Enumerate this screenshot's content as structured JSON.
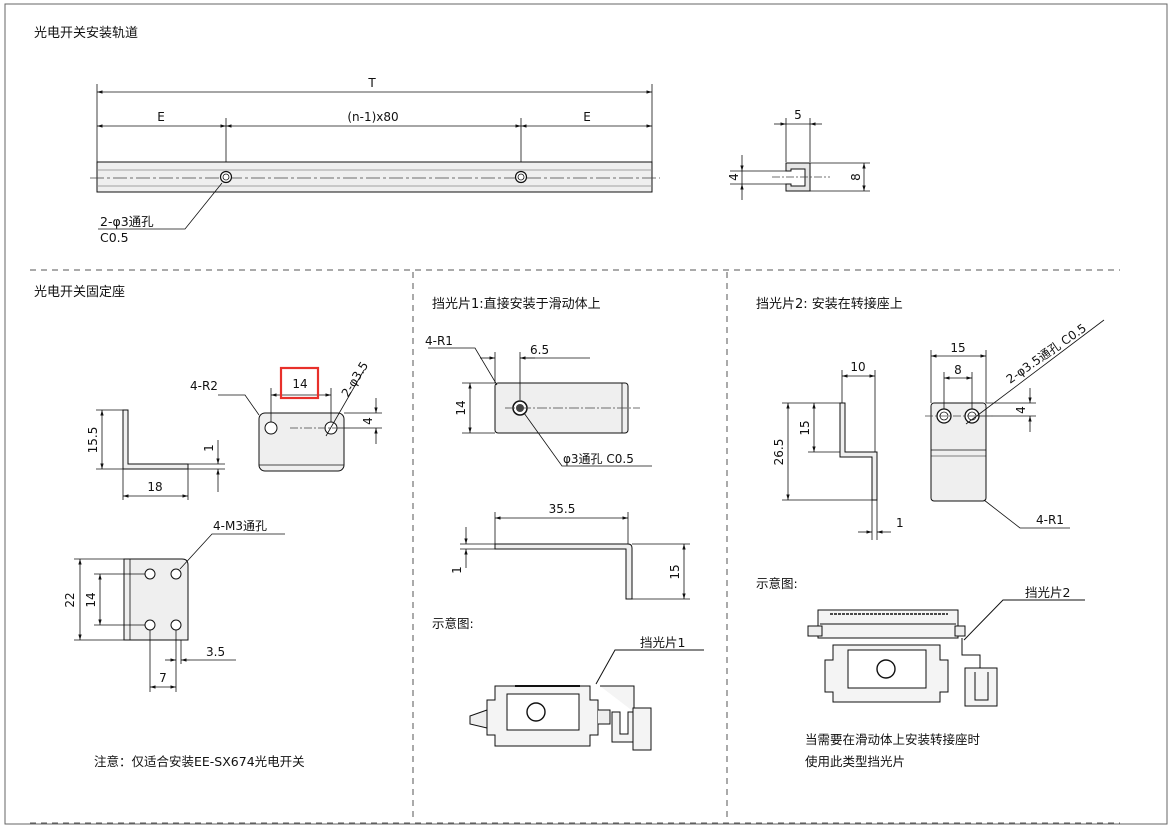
{
  "sections": {
    "rail": {
      "title": "光电开关安装轨道",
      "dim_total": "T",
      "dim_end_left": "E",
      "dim_pitch": "(n-1)x80",
      "dim_end_right": "E",
      "hole_note_1": "2-φ3通孔",
      "hole_note_2": "C0.5",
      "profile_width": "5",
      "profile_inner": "4",
      "profile_height": "8"
    },
    "mount": {
      "title": "光电开关固定座",
      "dim_height": "15.5",
      "dim_thickness": "1",
      "dim_length": "18",
      "radius_label": "4-R2",
      "hole_pitch": "14",
      "hole_label": "2-φ3.5",
      "hole_offset": "4",
      "thread_label": "4-M3通孔",
      "plate_height": "22",
      "plate_pitch": "14",
      "hole_edge": "3.5",
      "hole_spacing": "7",
      "note": "注意：仅适合安装EE-SX674光电开关"
    },
    "flag1": {
      "title": "挡光片1:直接安装于滑动体上",
      "radius_label": "4-R1",
      "dim_hole_x": "6.5",
      "dim_height": "14",
      "hole_label": "φ3通孔 C0.5",
      "dim_length": "35.5",
      "dim_thickness": "1",
      "dim_bend": "15",
      "diagram_label": "示意图:",
      "part_label": "挡光片1"
    },
    "flag2": {
      "title": "挡光片2: 安装在转接座上",
      "dim_offset": "10",
      "dim_height_total": "26.5",
      "dim_height_upper": "15",
      "dim_thickness": "1",
      "dim_width": "15",
      "dim_hole_pitch": "8",
      "hole_label": "2-φ3.5通孔 C0.5",
      "hole_offset": "4",
      "radius_label": "4-R1",
      "diagram_label": "示意图:",
      "part_label": "挡光片2",
      "note_line1": "当需要在滑动体上安装转接座时",
      "note_line2": "使用此类型挡光片"
    }
  },
  "colors": {
    "line": "#111111",
    "part_fill": "#efefef",
    "part_fill_dark": "#d6d6d6",
    "highlight": "#e8302a",
    "divider": "#555555"
  }
}
